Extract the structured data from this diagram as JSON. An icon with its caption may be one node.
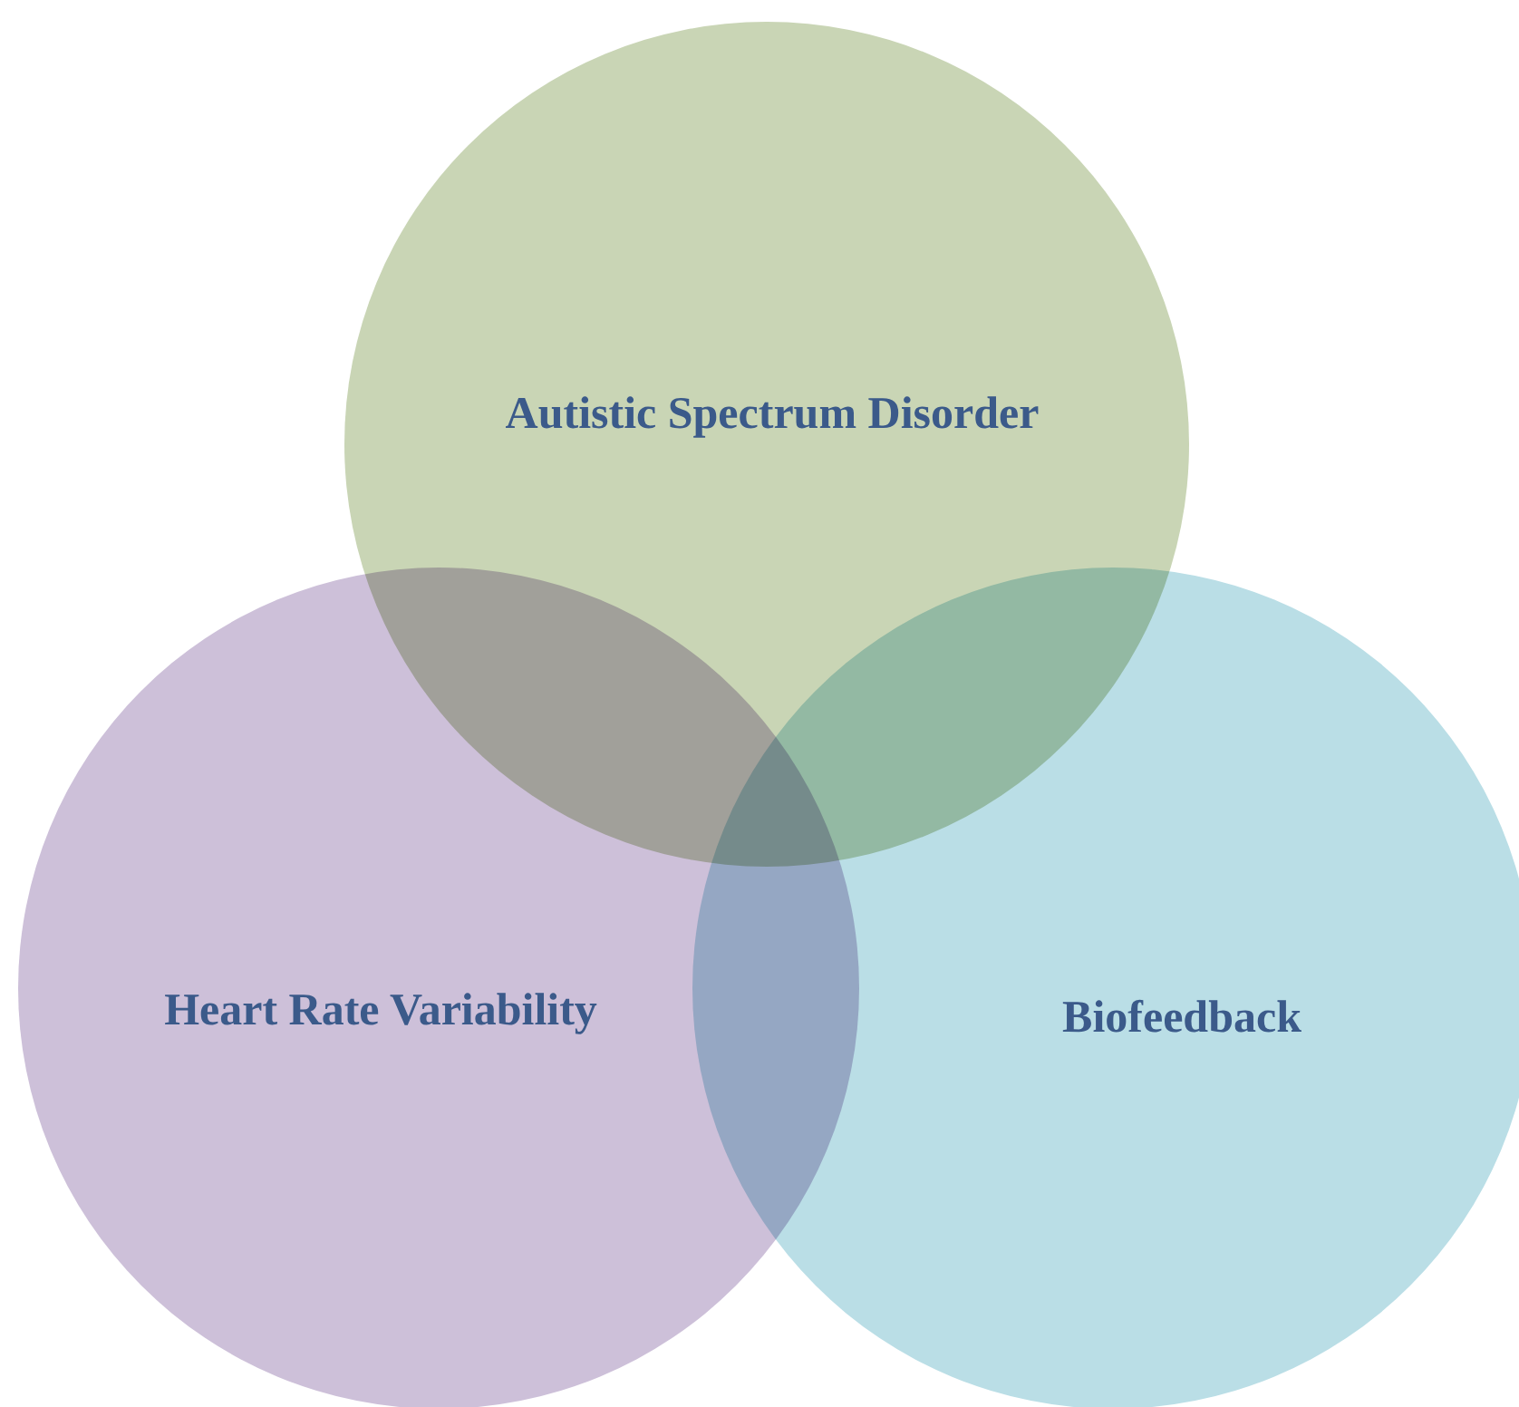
{
  "diagram": {
    "nodes": [
      {
        "text": [
          "Autistic Spectrum Disorder"
        ]
      },
      {
        "text": [
          "Heart Rate Variability"
        ]
      },
      {
        "text": [
          "Biofeedback"
        ]
      }
    ]
  }
}
